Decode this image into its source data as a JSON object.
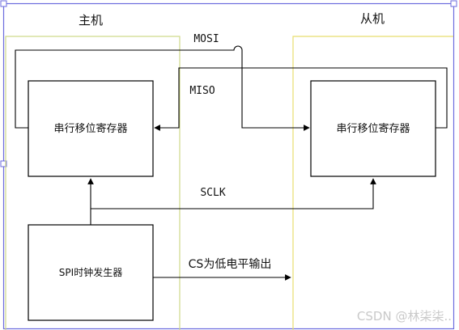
{
  "diagram": {
    "host_label": "主机",
    "slave_label": "从机",
    "host_register": "串行移位寄存器",
    "slave_register": "串行移位寄存器",
    "clock_generator": "SPI时钟发生器",
    "mosi_label": "MOSI",
    "miso_label": "MISO",
    "sclk_label": "SCLK",
    "cs_label": "CS为低电平输出"
  },
  "watermark": "CSDN @林柒柒..",
  "colors": {
    "frame_blue": "#6b6bde",
    "host_region": "#cfd98a",
    "slave_region": "#e8de6e",
    "line": "#000000"
  }
}
